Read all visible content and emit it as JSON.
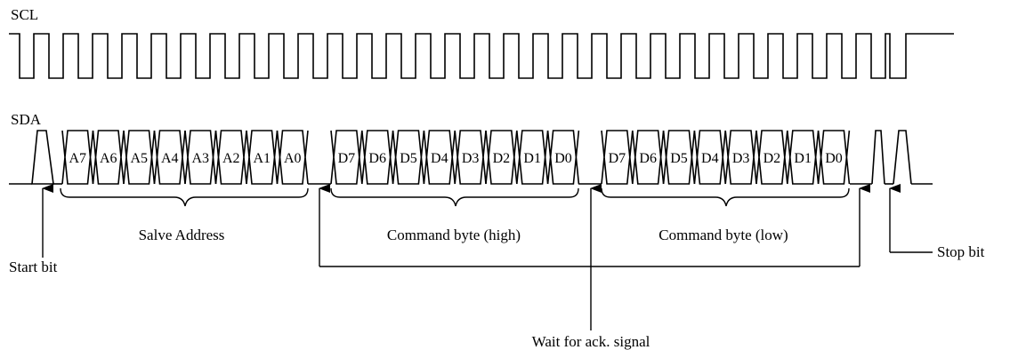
{
  "signals": {
    "scl_label": "SCL",
    "sda_label": "SDA"
  },
  "address_bits": [
    "A7",
    "A6",
    "A5",
    "A4",
    "A3",
    "A2",
    "A1",
    "A0"
  ],
  "command_high_bits": [
    "D7",
    "D6",
    "D5",
    "D4",
    "D3",
    "D2",
    "D1",
    "D0"
  ],
  "command_low_bits": [
    "D7",
    "D6",
    "D5",
    "D4",
    "D3",
    "D2",
    "D1",
    "D0"
  ],
  "labels": {
    "slave_address": "Salve Address",
    "command_high": "Command byte (high)",
    "command_low": "Command byte (low)",
    "start_bit": "Start bit",
    "stop_bit": "Stop bit",
    "wait_ack": "Wait for ack. signal"
  }
}
